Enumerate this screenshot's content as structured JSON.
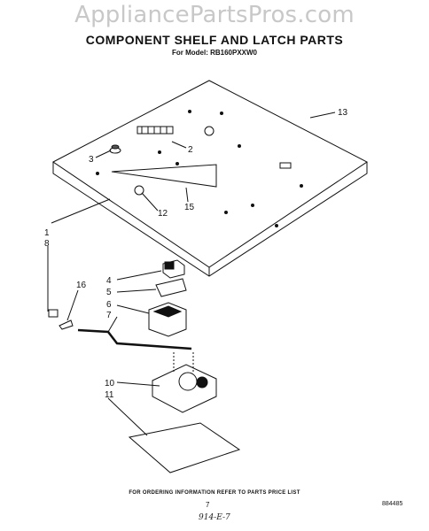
{
  "watermark": "AppliancePartsPros.com",
  "header": {
    "title": "COMPONENT SHELF AND LATCH PARTS",
    "model": "For Model: RB160PXXW0"
  },
  "callouts": [
    "13",
    "2",
    "3",
    "15",
    "12",
    "1",
    "8",
    "4",
    "5",
    "16",
    "6",
    "7",
    "10",
    "11"
  ],
  "footer": {
    "ordering_note": "FOR ORDERING INFORMATION REFER TO PARTS PRICE LIST",
    "page_number": "7",
    "document_number": "884485",
    "handwritten_note": "914-E-7"
  }
}
